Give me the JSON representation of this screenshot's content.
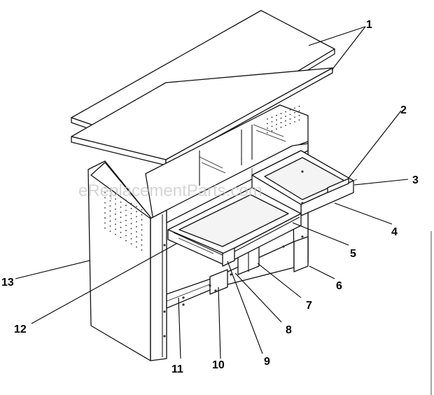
{
  "watermark": "eReplacementParts.com",
  "callouts": [
    {
      "id": "1",
      "label": "1"
    },
    {
      "id": "2",
      "label": "2"
    },
    {
      "id": "3",
      "label": "3"
    },
    {
      "id": "4",
      "label": "4"
    },
    {
      "id": "5",
      "label": "5"
    },
    {
      "id": "6",
      "label": "6"
    },
    {
      "id": "7",
      "label": "7"
    },
    {
      "id": "8",
      "label": "8"
    },
    {
      "id": "9",
      "label": "9"
    },
    {
      "id": "10",
      "label": "10"
    },
    {
      "id": "11",
      "label": "11"
    },
    {
      "id": "12",
      "label": "12"
    },
    {
      "id": "13",
      "label": "13"
    }
  ]
}
